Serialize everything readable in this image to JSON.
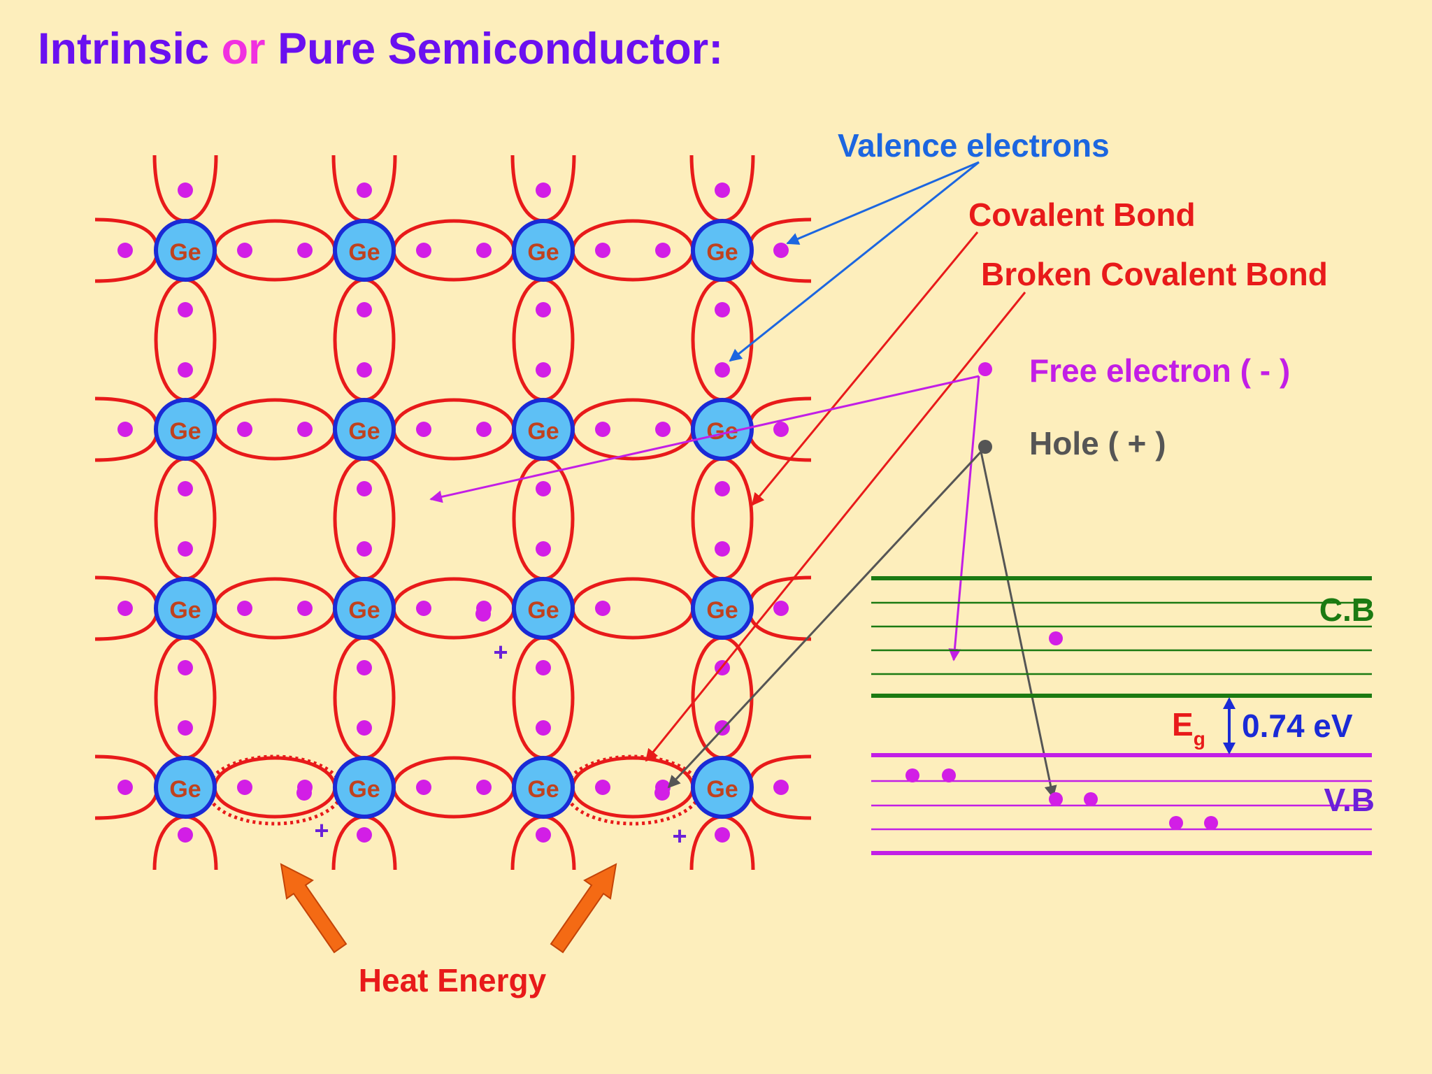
{
  "title": {
    "part1": "Intrinsic ",
    "connector": "or",
    "part2": " Pure Semiconductor:"
  },
  "atom_label": "Ge",
  "labels": {
    "valence_electrons": "Valence electrons",
    "covalent_bond": "Covalent Bond",
    "broken_covalent_bond": "Broken Covalent Bond",
    "free_electron": "Free electron ( - )",
    "hole": "Hole ( + )",
    "heat_energy": "Heat Energy",
    "hole_sign": "+"
  },
  "band_diagram": {
    "conduction_band": "C.B",
    "valence_band": "V.B",
    "gap_symbol": "E",
    "gap_subscript": "g",
    "gap_value": "0.74 eV"
  },
  "colors": {
    "background": "#fdeebc",
    "title": "#6a10f0",
    "title_connector": "#f030e0",
    "atom_fill": "#5ec0f5",
    "atom_stroke": "#1a2ad6",
    "atom_text": "#c0421e",
    "bond": "#e81a1a",
    "electron": "#d21ee6",
    "valence_label": "#1c66e0",
    "bond_label": "#e81a1a",
    "free_electron_label": "#c21ee6",
    "hole_label": "#555555",
    "conduction_band": "#1b7a12",
    "valence_band": "#c21ee6",
    "gap_arrow": "#1a2ad6",
    "heat_arrow": "#f46a14",
    "plus_sign": "#6a20d8"
  }
}
